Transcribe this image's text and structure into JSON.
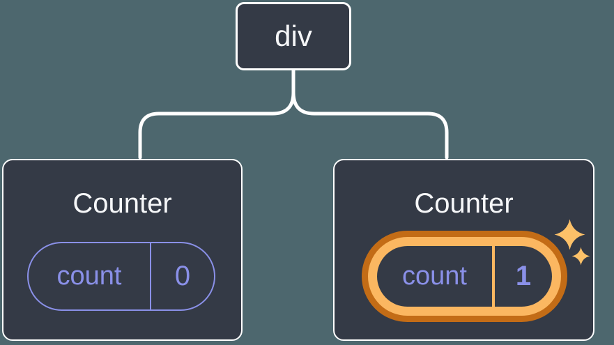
{
  "diagram": {
    "background": "#4D676E",
    "root": {
      "label": "div"
    },
    "children": [
      {
        "title": "Counter",
        "state_key": "count",
        "state_value": "0",
        "highlighted": false
      },
      {
        "title": "Counter",
        "state_key": "count",
        "state_value": "1",
        "highlighted": true
      }
    ],
    "icons": [
      {
        "name": "sparkles-icon",
        "meaning": "state-reset-highlight"
      }
    ],
    "colors": {
      "node_fill": "#343A46",
      "node_border": "#FFFFFF",
      "connector": "#FFFFFF",
      "text": "#F6F7F9",
      "state_purple": "#8A90E8",
      "highlight_dark_orange": "#C36C16",
      "highlight_light_orange": "#FBB761",
      "sparkle": "#FCC169",
      "background": "#4D676E"
    }
  }
}
